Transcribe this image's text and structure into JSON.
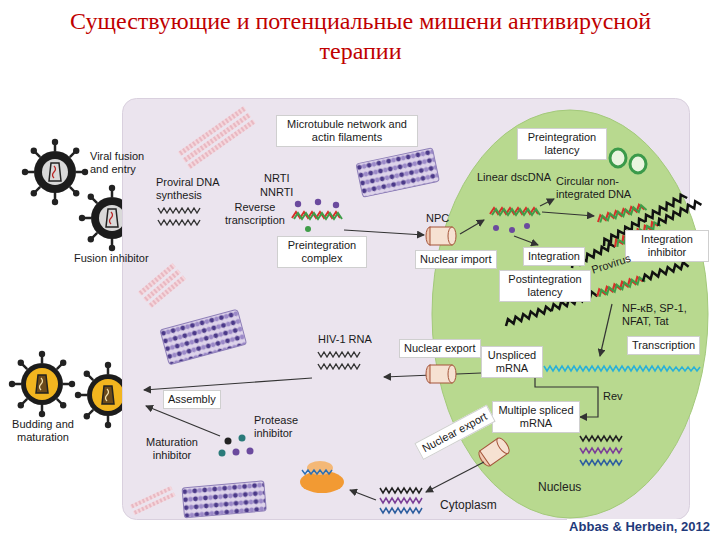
{
  "diagram": {
    "title": "Существующие и потенциальные мишени антивирусной терапии",
    "caption": "Abbas & Herbein, 2012",
    "nodes": [
      {
        "text": [
          "Cytoplasm"
        ]
      },
      {
        "text": [
          "Microtubule network and actin filaments"
        ],
        "in": 0
      },
      {
        "text": [
          "Preintegration complex"
        ],
        "in": 0
      },
      {
        "text": [
          "Nuclear import"
        ],
        "in": 0
      },
      {
        "text": [
          "Nucleus"
        ],
        "in": 0
      },
      {
        "text": [
          "Preintegration latency"
        ],
        "in": 4
      },
      {
        "text": [
          "Integration"
        ],
        "in": 4
      },
      {
        "text": [
          "Integration inhibitor"
        ],
        "in": 4
      },
      {
        "text": [
          "Postintegration latency"
        ],
        "in": 4
      },
      {
        "text": [
          "Transcription"
        ],
        "in": 4
      },
      {
        "text": [
          "Unspliced mRNA"
        ],
        "in": 4
      },
      {
        "text": [
          "Multiple spliced mRNA"
        ],
        "in": 4
      },
      {
        "text": [
          "Nuclear export"
        ],
        "in": 0
      },
      {
        "text": [
          "Nuclear export"
        ],
        "in": 0
      },
      {
        "text": [
          "Assembly"
        ],
        "in": 0
      }
    ],
    "edges": [
      {
        "from": 10,
        "to": 11,
        "label": "Rev",
        "arrow": "to"
      }
    ],
    "labels": [
      "Viral fusion and entry",
      "Fusion inhibitor",
      "Budding and maturation",
      "Maturation inhibitor",
      "Proviral DNA synthesis",
      "NRTI",
      "NNRTI",
      "Reverse transcription",
      "NPC",
      "Linear dscDNA",
      "Circular non-integrated DNA",
      "Provirus",
      "NF-κB, SP-1, NFAT, Tat",
      "HIV-1 RNA",
      "Protease inhibitor"
    ]
  }
}
